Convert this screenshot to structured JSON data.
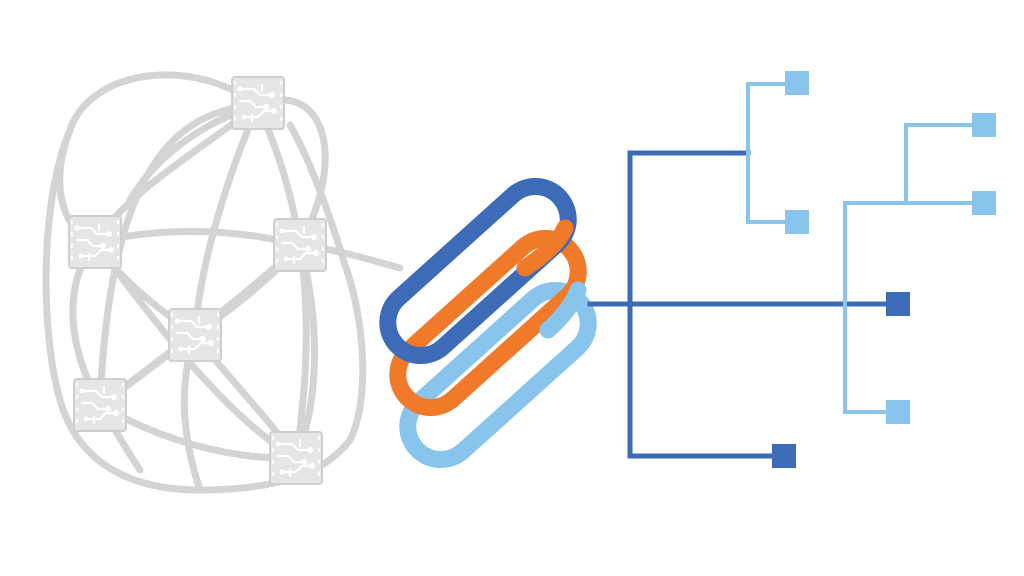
{
  "diagram": {
    "colors": {
      "background": "#ffffff",
      "network_line": "#d4d4d4",
      "chip_fill": "#e6e6e6",
      "chip_trace": "#ffffff",
      "link_dark_blue": "#3d6bb8",
      "link_orange": "#f07a2a",
      "link_light_blue": "#89c4ec",
      "tree_dark_blue": "#3d6bb8",
      "tree_light_blue": "#89c4ec"
    },
    "network": {
      "node_icon": "circuit-chip-icon",
      "node_count": 6
    },
    "chain": {
      "icon": "chain-link-icon",
      "links": [
        "dark-blue",
        "orange",
        "light-blue"
      ]
    },
    "tree": {
      "icon": "hierarchy-tree-icon",
      "leaf_count": 7
    }
  }
}
